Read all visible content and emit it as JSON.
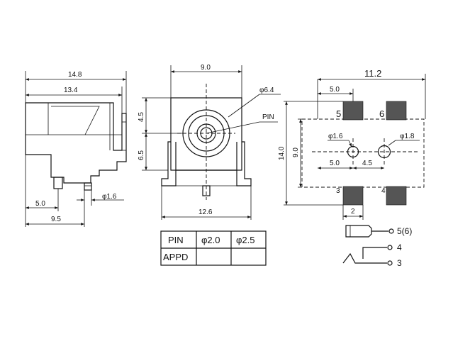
{
  "side_view": {
    "dim_overall_width": "14.8",
    "dim_body_width": "13.4",
    "dim_pin_offset": "5.0",
    "dim_body_depth": "9.5",
    "dim_pin_diameter": "φ1.6"
  },
  "front_view": {
    "dim_width": "9.0",
    "dim_hole_diameter": "φ6.4",
    "pin_label": "PIN",
    "dim_upper_height": "4.5",
    "dim_lower_height": "6.5",
    "dim_footprint_width": "12.6"
  },
  "footprint_view": {
    "dim_pad_span": "11.2",
    "dim_pad_offset": "5.0",
    "pad_label_5": "5",
    "pad_label_6": "6",
    "pad_label_3": "3",
    "pad_label_4": "4",
    "dim_total_height": "14.0",
    "dim_hole_height": "9.0",
    "dim_hole_small": "φ1.6",
    "dim_hole_large": "φ1.8",
    "dim_hole_offset_a": "5.0",
    "dim_hole_offset_b": "4.5",
    "dim_pad_width": "2"
  },
  "pin_table": {
    "header": [
      "PIN",
      "φ2.0",
      "φ2.5"
    ],
    "row_label": "APPD"
  },
  "schematic": {
    "terminal_a": "5(6)",
    "terminal_b": "4",
    "terminal_c": "3"
  }
}
